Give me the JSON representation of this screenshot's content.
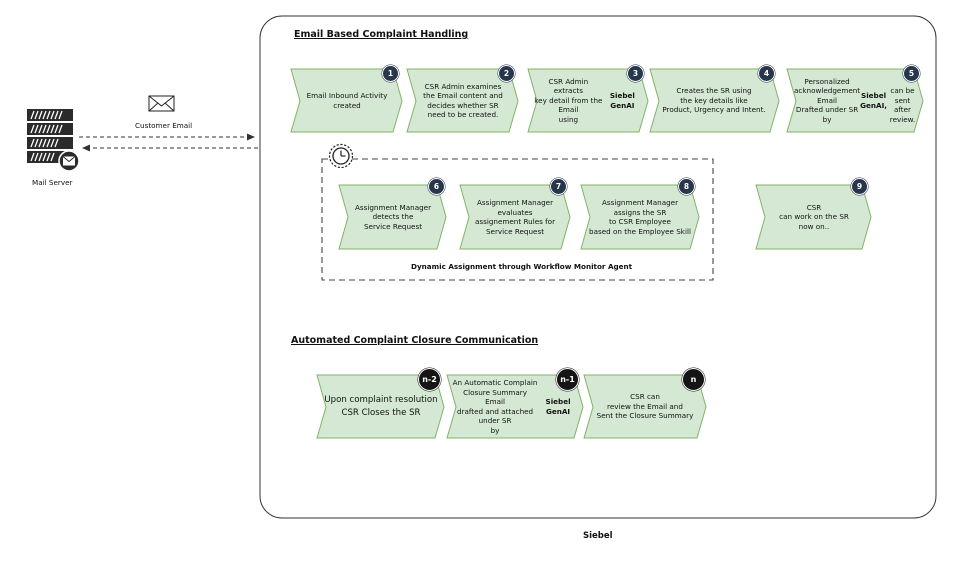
{
  "colors": {
    "step_fill": "#d5e8d4",
    "step_stroke": "#82b366",
    "badge": "#27364a",
    "badge_dark": "#151515",
    "arrow": "#333333"
  },
  "mail_server": {
    "label": "Mail Server",
    "icon": "server-rack-with-envelope"
  },
  "customer_email": {
    "label": "Customer Email",
    "icon": "envelope-icon"
  },
  "section1": {
    "title": "Email Based Complaint Handling",
    "steps": [
      {
        "badge": "1",
        "pre": "Email Inbound Activity\ncreated",
        "bold": "",
        "post": ""
      },
      {
        "badge": "2",
        "pre": "CSR Admin examines\nthe Email content and\ndecides whether SR\nneed to be created.",
        "bold": "",
        "post": ""
      },
      {
        "badge": "3",
        "pre": "CSR Admin extracts\nkey detail from the Email\nusing ",
        "bold": "Siebel GenAI",
        "post": ""
      },
      {
        "badge": "4",
        "pre": "Creates the SR using\nthe key details like\nProduct, Urgency and Intent.",
        "bold": "",
        "post": ""
      },
      {
        "badge": "5",
        "pre": "Personalized\nacknowledgement Email\nDrafted under SR\nby ",
        "bold": "Siebel GenAI,",
        "post": "\ncan be sent after review."
      }
    ]
  },
  "workflow": {
    "label": "Dynamic Assignment through Workflow Monitor Agent",
    "icon": "clock-icon",
    "steps": [
      {
        "badge": "6",
        "pre": "Assignment Manager\ndetects the\nService Request",
        "bold": "",
        "post": ""
      },
      {
        "badge": "7",
        "pre": "Assignment Manager\nevaluates\nassignement Rules for\nService Request",
        "bold": "",
        "post": ""
      },
      {
        "badge": "8",
        "pre": "Assignment Manager\nassigns the SR\nto CSR Employee\nbased on the Employee Skill",
        "bold": "",
        "post": ""
      }
    ]
  },
  "step9": {
    "badge": "9",
    "pre": "CSR\ncan work on the SR\nnow on..",
    "bold": "",
    "post": ""
  },
  "section2": {
    "title": "Automated Complaint Closure Communication",
    "steps": [
      {
        "badge": "n-2",
        "pre": "Upon complaint resolution\nCSR Closes the SR",
        "bold": "",
        "post": ""
      },
      {
        "badge": "n-1",
        "pre": "An Automatic Complain\nClosure Summary Email\ndrafted and attached under SR\nby ",
        "bold": "Siebel GenAI",
        "post": ""
      },
      {
        "badge": "n",
        "pre": "CSR can\nreview the Email and\nSent the Closure Summary",
        "bold": "",
        "post": ""
      }
    ]
  },
  "container_label": "Siebel"
}
